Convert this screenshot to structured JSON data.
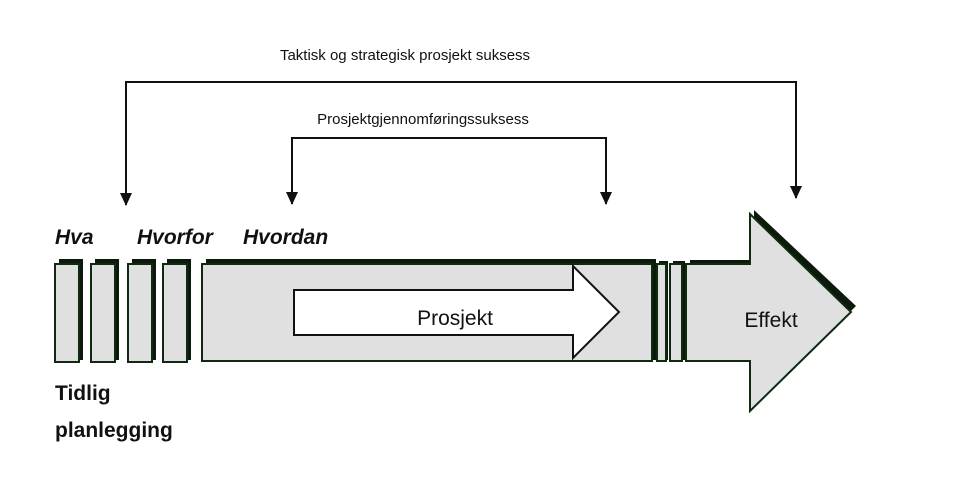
{
  "brackets": {
    "outer_label": "Taktisk og strategisk prosjekt suksess",
    "inner_label": "Prosjektgjennomføringssuksess"
  },
  "phases": {
    "what": "Hva",
    "why": "Hvorfor",
    "how": "Hvordan"
  },
  "early_planning": {
    "line1": "Tidlig",
    "line2": "planlegging"
  },
  "project_label": "Prosjekt",
  "effect_label": "Effekt",
  "colors": {
    "fill": "#e0e0e0",
    "stroke": "#0f2a10",
    "shadow": "#0b1a0b"
  }
}
